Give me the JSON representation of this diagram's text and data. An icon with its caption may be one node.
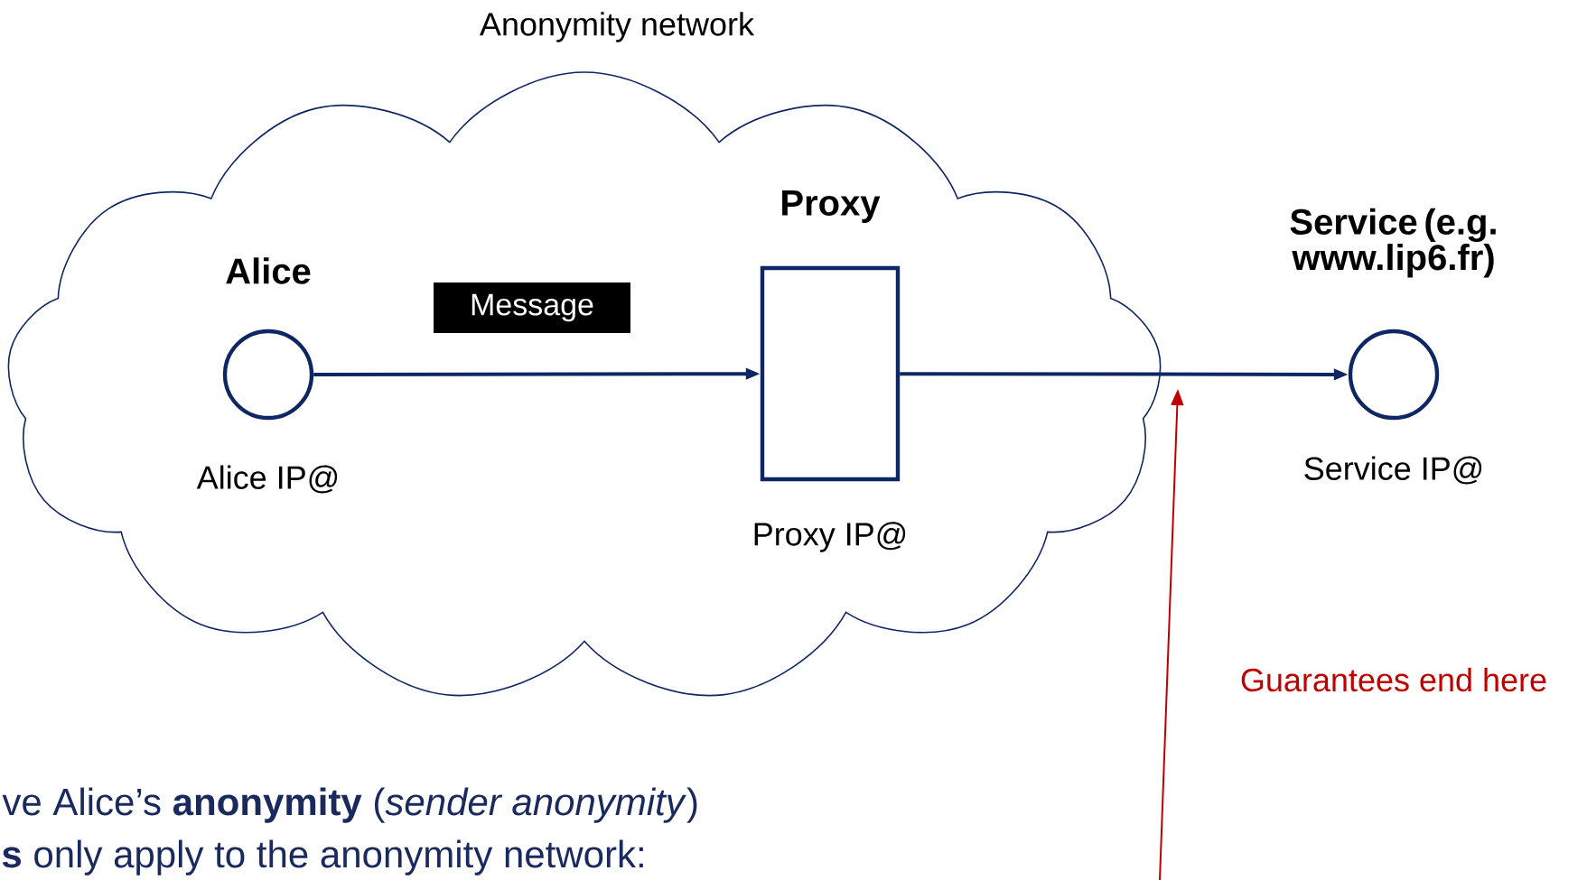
{
  "diagram": {
    "nodes": [
      {
        "text": [
          "Anonymity network"
        ]
      },
      {
        "text": [
          "Alice"
        ],
        "beside": [
          "Alice IP@"
        ],
        "in": 0
      },
      {
        "text": [
          "Message"
        ],
        "in": 0
      },
      {
        "text": [
          "Proxy"
        ],
        "beside": [
          "Proxy IP@"
        ],
        "in": 0
      },
      {
        "text": [
          "Service (e.g. www.lip6.fr)"
        ],
        "beside": [
          "Service IP@"
        ]
      }
    ],
    "edges": [
      {
        "from": 1,
        "to": 3,
        "arrow": "to"
      },
      {
        "from": 3,
        "to": 4,
        "arrow": "to"
      }
    ],
    "labels": [
      "Guarantees end here",
      "ve Alice’s **anonymity** (*sender anonymity*)",
      "**s** only apply to the anonymity network:"
    ]
  }
}
